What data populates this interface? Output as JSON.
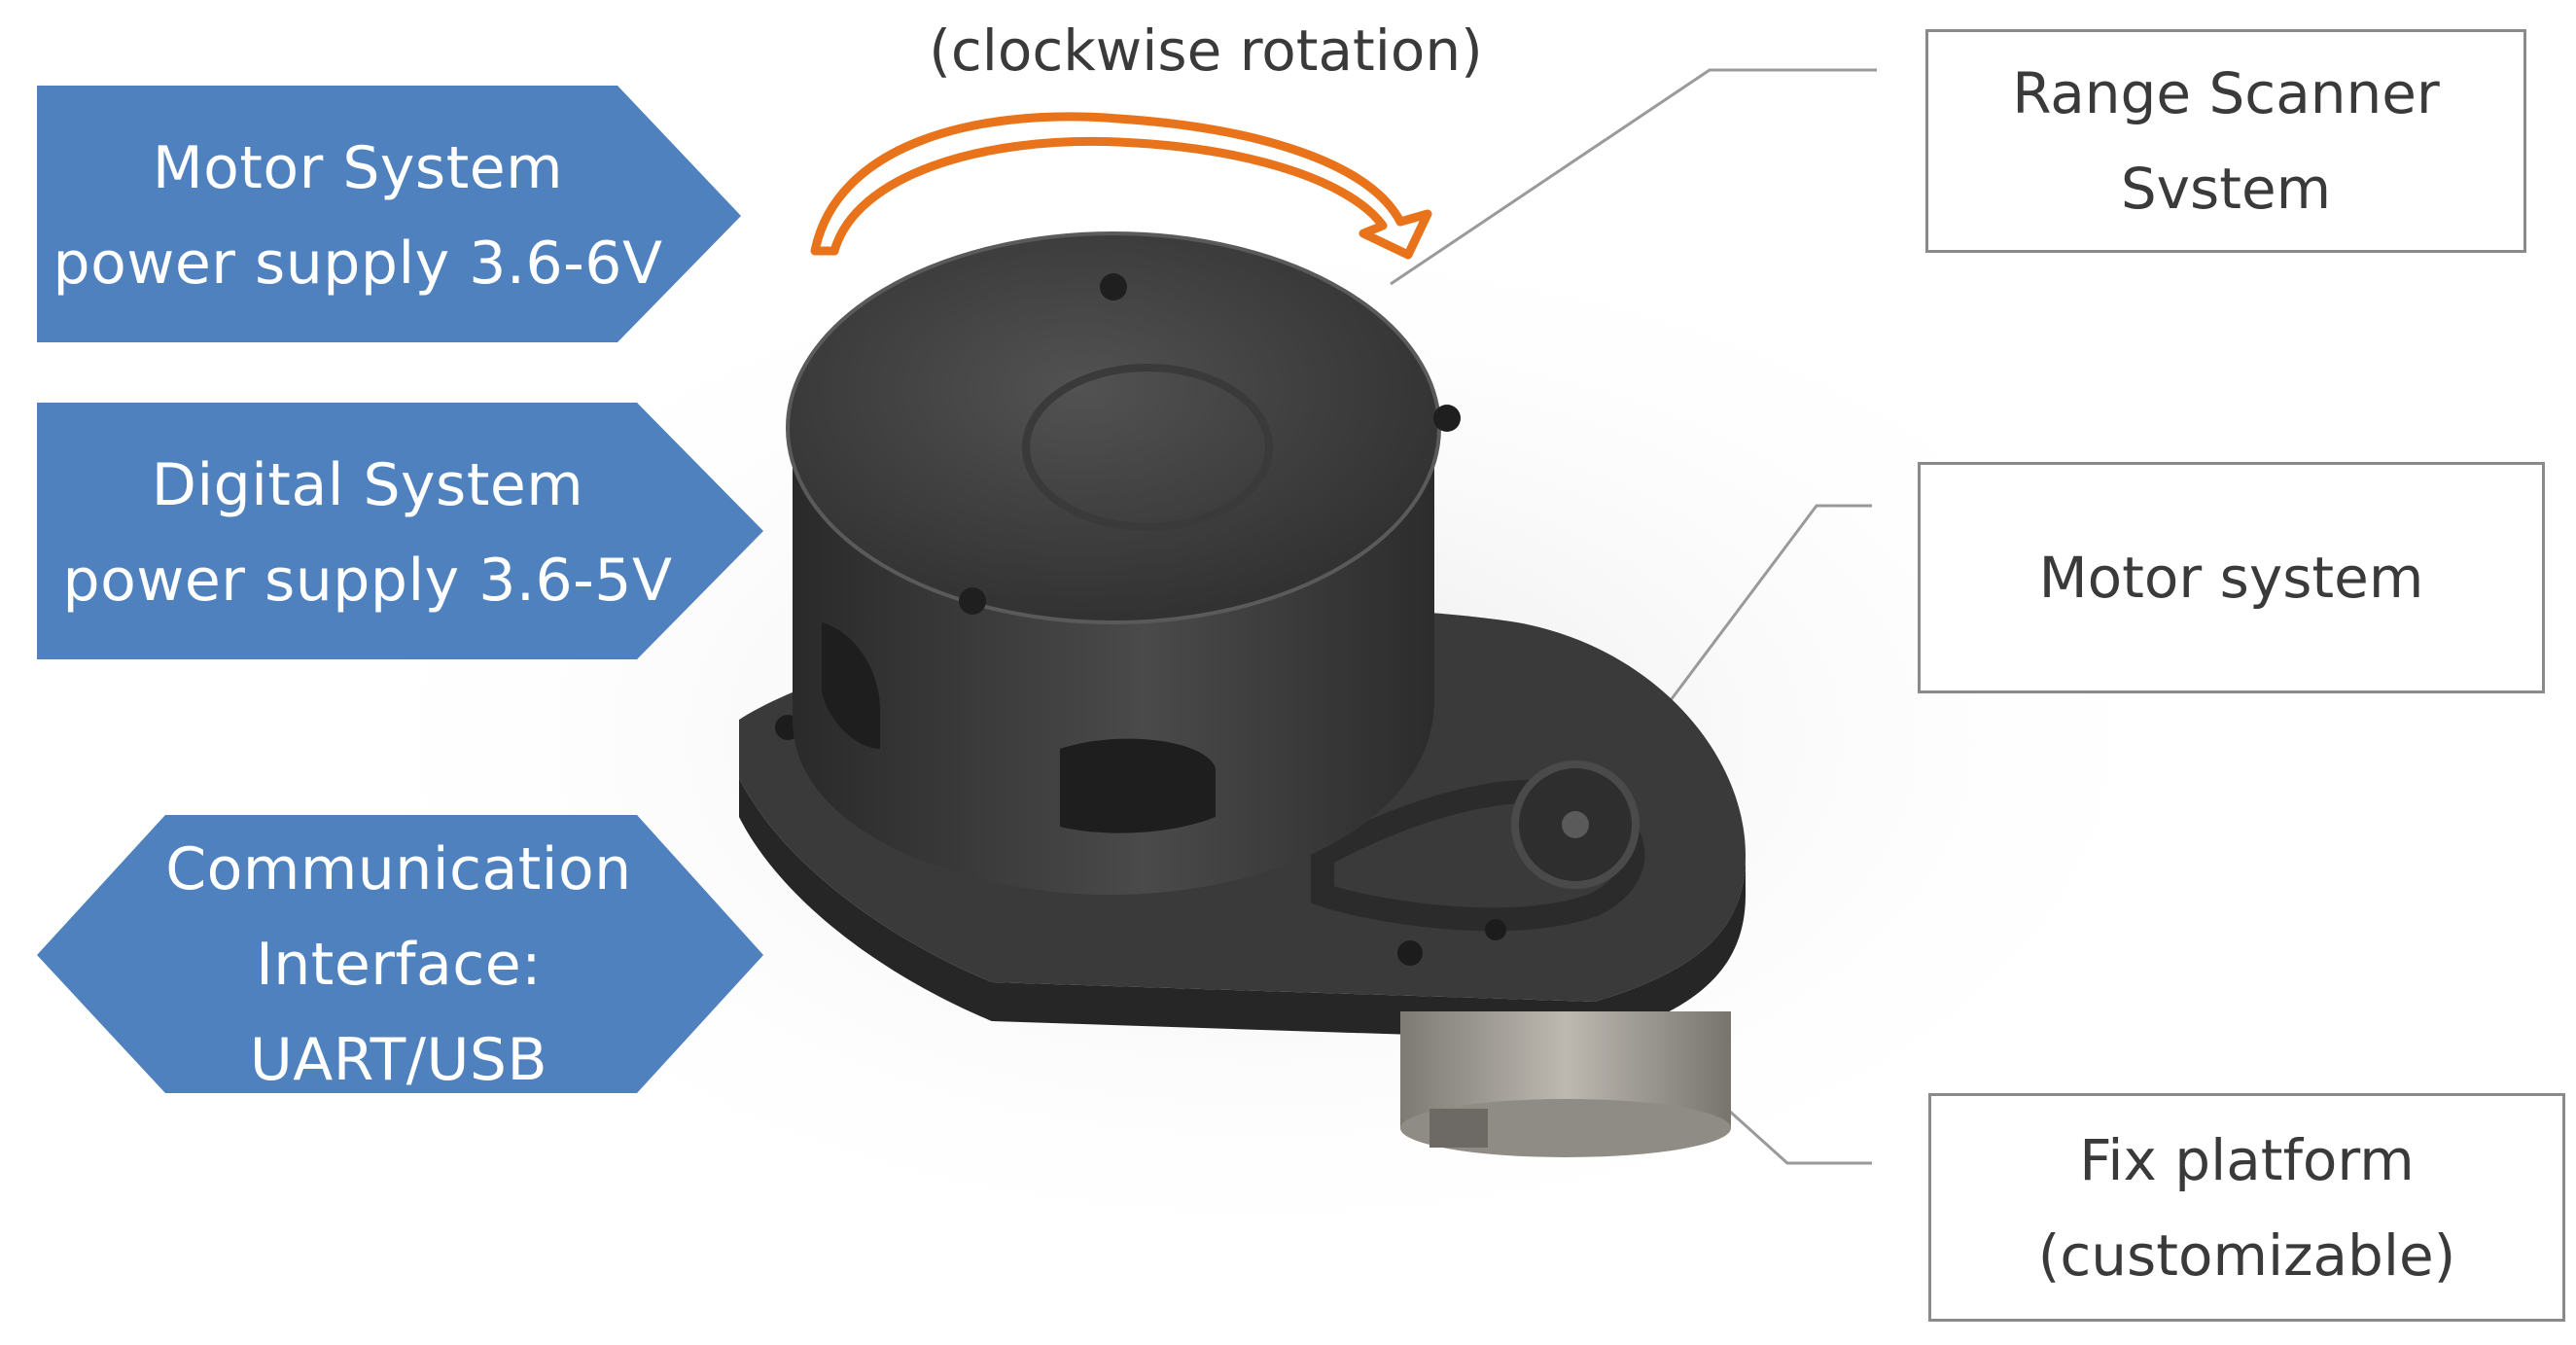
{
  "rotation": {
    "caption": "(clockwise rotation)"
  },
  "left_labels": [
    {
      "lines": [
        "Motor System",
        "power supply 3.6-6V"
      ]
    },
    {
      "lines": [
        "Digital System",
        "power supply 3.6-5V"
      ]
    },
    {
      "lines": [
        "Communication",
        "Interface:",
        "UART/USB"
      ]
    }
  ],
  "callouts": [
    {
      "lines": [
        "Range Scanner",
        "Svstem"
      ]
    },
    {
      "lines": [
        "Motor system"
      ]
    },
    {
      "lines": [
        "Fix platform",
        "(customizable)"
      ]
    }
  ],
  "colors": {
    "label_fill": "#4e81bd",
    "arrow": "#e8731a",
    "device": "#3c3c3c",
    "leader_line": "#9a9a9a"
  }
}
